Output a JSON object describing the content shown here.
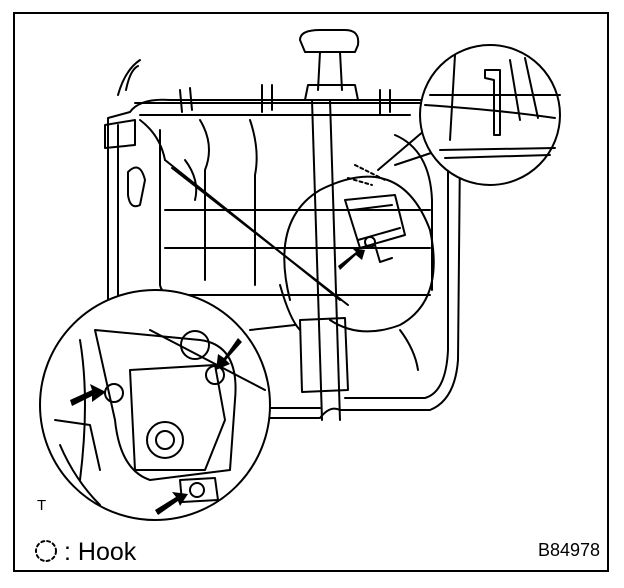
{
  "figure": {
    "corner_letter": "T",
    "legend_label": ": Hook",
    "figure_code": "B84978"
  },
  "colors": {
    "line": "#000000",
    "background": "#ffffff"
  },
  "icons": {
    "legend": "dashed-circle-hook-icon",
    "arrows": "solid-black-arrow-icon"
  }
}
